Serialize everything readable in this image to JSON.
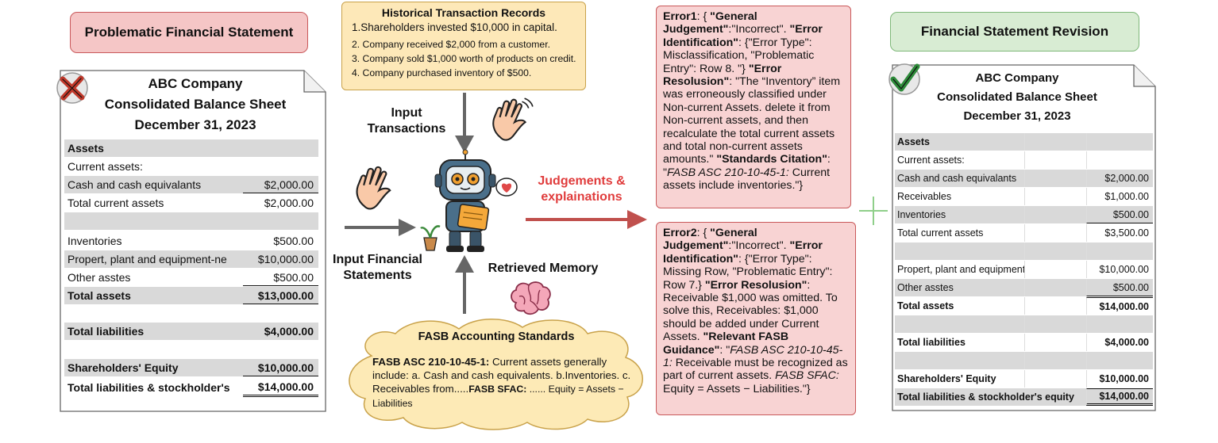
{
  "left_panel": {
    "title": "Problematic Financial Statement",
    "sheet": {
      "company": "ABC Company",
      "statement": "Consolidated Balance Sheet",
      "date": "December 31, 2023",
      "rows": [
        {
          "label": "Assets",
          "value": ""
        },
        {
          "label": "Current assets:",
          "value": ""
        },
        {
          "label": "Cash and cash equivalants",
          "value": "$2,000.00"
        },
        {
          "label": "Total current assets",
          "value": "$2,000.00"
        },
        {
          "label": "",
          "value": ""
        },
        {
          "label": "Inventories",
          "value": "$500.00"
        },
        {
          "label": "Propert, plant and equipment-ne",
          "value": "$10,000.00"
        },
        {
          "label": "Other asstes",
          "value": "$500.00"
        },
        {
          "label": "Total assets",
          "value": "$13,000.00"
        },
        {
          "label": "",
          "value": ""
        },
        {
          "label": "Total liabilities",
          "value": "$4,000.00"
        },
        {
          "label": "",
          "value": ""
        },
        {
          "label": "Shareholders' Equity",
          "value": "$10,000.00"
        },
        {
          "label": "Total liabilities & stockholder's",
          "value": "$14,000.00"
        }
      ]
    }
  },
  "history": {
    "title": "Historical Transaction Records",
    "items": [
      "1.Shareholders invested $10,000 in capital.",
      "2. Company received $2,000 from a customer.",
      "3. Company sold $1,000 worth of products on credit.",
      "4. Company purchased inventory of $500."
    ]
  },
  "labels": {
    "input_transactions_1": "Input",
    "input_transactions_2": "Transactions",
    "input_statements_1": "Input Financial",
    "input_statements_2": "Statements",
    "retrieved_memory": "Retrieved Memory",
    "judgements_1": "Judgements &",
    "judgements_2": "explainations"
  },
  "fasb": {
    "title": "FASB Accounting Standards",
    "ref1": "FASB ASC 210-10-45-1:",
    "text1": " Current assets generally include: a. Cash and cash equivalents. b.Inventories. c. Receivables from.....",
    "ref2": "FASB SFAC:",
    "text2": " ...... Equity = Assets − Liabilities"
  },
  "error1": {
    "p1": "Error1",
    "p2": ": { ",
    "p3": "\"General Judgement\"",
    "p4": ":\"Incorrect\". ",
    "p5": "\"Error Identification\"",
    "p6": ": {\"Error Type\": Misclassification, \"Problematic Entry\": Row 8. \"} ",
    "p7": "\"Error Resolusion\"",
    "p8": ": \"The “Inventory” item was erroneously classified under Non-current Assets. delete it from Non-current assets, and then recalculate the total current assets and total non-current assets amounts.\" ",
    "p9": "\"Standards Citation\"",
    "p10": ": \"",
    "p11": "FASB ASC 210-10-45-1:",
    "p12": " Current assets include inventories.\"}"
  },
  "error2": {
    "p1": "Error2",
    "p2": ": { ",
    "p3": "\"General Judgement\"",
    "p4": ":\"Incorrect\". ",
    "p5": "\"Error Identification\"",
    "p6": ": {\"Error Type\": Missing Row, \"Problematic Entry\": Row 7.} ",
    "p7": "\"Error Resolusion\"",
    "p8": ": Receivable $1,000 was omitted. To solve this, Receivables: $1,000 should be added under Current Assets. ",
    "p9": "\"Relevant FASB Guidance\"",
    "p10": ": \"",
    "p11": "FASB ASC 210-10-45-1:",
    "p12": " Receivable must be recognized as part of current assets. ",
    "p13": "FASB SFAC:",
    "p14": " Equity = Assets − Liabilities.\"}"
  },
  "right_panel": {
    "title": "Financial Statement Revision",
    "sheet": {
      "company": "ABC Company",
      "statement": "Consolidated Balance Sheet",
      "date": "December 31, 2023",
      "rows": [
        {
          "label": "Assets",
          "value": ""
        },
        {
          "label": "Current assets:",
          "value": ""
        },
        {
          "label": "Cash and cash equivalants",
          "value": "$2,000.00"
        },
        {
          "label": "Receivables",
          "value": "$1,000.00"
        },
        {
          "label": "Inventories",
          "value": "$500.00"
        },
        {
          "label": "Total current assets",
          "value": "$3,500.00"
        },
        {
          "label": "",
          "value": ""
        },
        {
          "label": "Propert, plant and equipment-net",
          "value": "$10,000.00"
        },
        {
          "label": "Other asstes",
          "value": "$500.00"
        },
        {
          "label": "Total assets",
          "value": "$14,000.00"
        },
        {
          "label": "",
          "value": ""
        },
        {
          "label": "Total liabilities",
          "value": "$4,000.00"
        },
        {
          "label": "",
          "value": ""
        },
        {
          "label": "Shareholders' Equity",
          "value": "$10,000.00"
        },
        {
          "label": "Total liabilities & stockholder's equity",
          "value": "$14,000.00"
        }
      ]
    }
  },
  "colors": {
    "red_fill": "#f8d3d3",
    "red_border": "#c9595b",
    "green_fill": "#d8ecd3",
    "yellow_fill": "#fde8b8",
    "arrow_gray": "#666666",
    "arrow_red": "#c0504d",
    "label_red": "#e03c3c"
  }
}
